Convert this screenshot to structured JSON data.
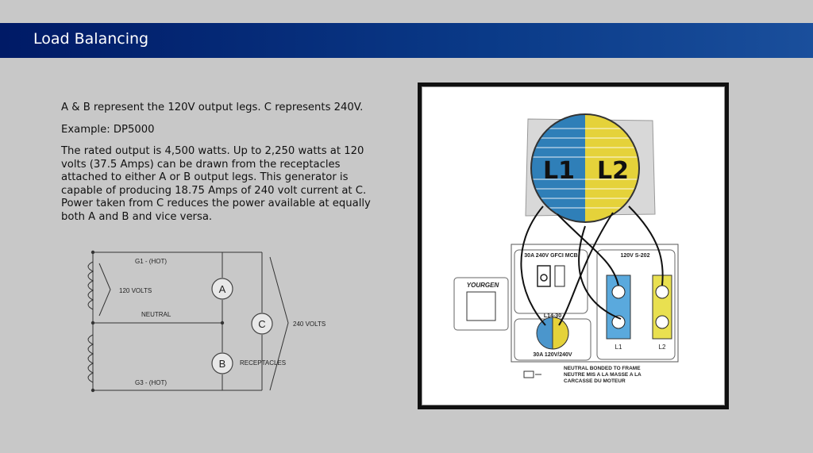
{
  "header": {
    "title": "Load Balancing"
  },
  "text": {
    "line1": "A & B represent the 120V output legs. C represents 240V.",
    "example": "Example: DP5000",
    "paragraph": "The rated output is 4,500 watts. Up to 2,250 watts at 120 volts (37.5 Amps) can be drawn from the receptacles attached to either A or B output legs. This generator is capable of producing 18.75 Amps of 240 volt current at C. Power taken from C reduces the power available at equally both A and B and vice versa."
  },
  "schematic": {
    "g1": "G1 - (HOT)",
    "v120": "120 VOLTS",
    "neutral": "NEUTRAL",
    "g3": "G3 - (HOT)",
    "a": "A",
    "b": "B",
    "c": "C",
    "v240": "240 VOLTS",
    "receptacles": "RECEPTACLES"
  },
  "panel": {
    "l1": "L1",
    "l2": "L2",
    "gfci": "30A 240V GFCI MCB",
    "s202": "120V S-202",
    "brand": "YOURGEN",
    "l1430": "L14-30",
    "bottom_label": "30A 120V/240V",
    "l1_small": "L1",
    "l2_small": "L2",
    "neutral_note_1": "NEUTRAL BONDED TO FRAME",
    "neutral_note_2": "NEUTRE MIS A LA MASSE A LA",
    "neutral_note_3": "CARCASSE DU MOTEUR",
    "colors": {
      "blue": "#2f7fb8",
      "yellow": "#e5d23a"
    }
  }
}
